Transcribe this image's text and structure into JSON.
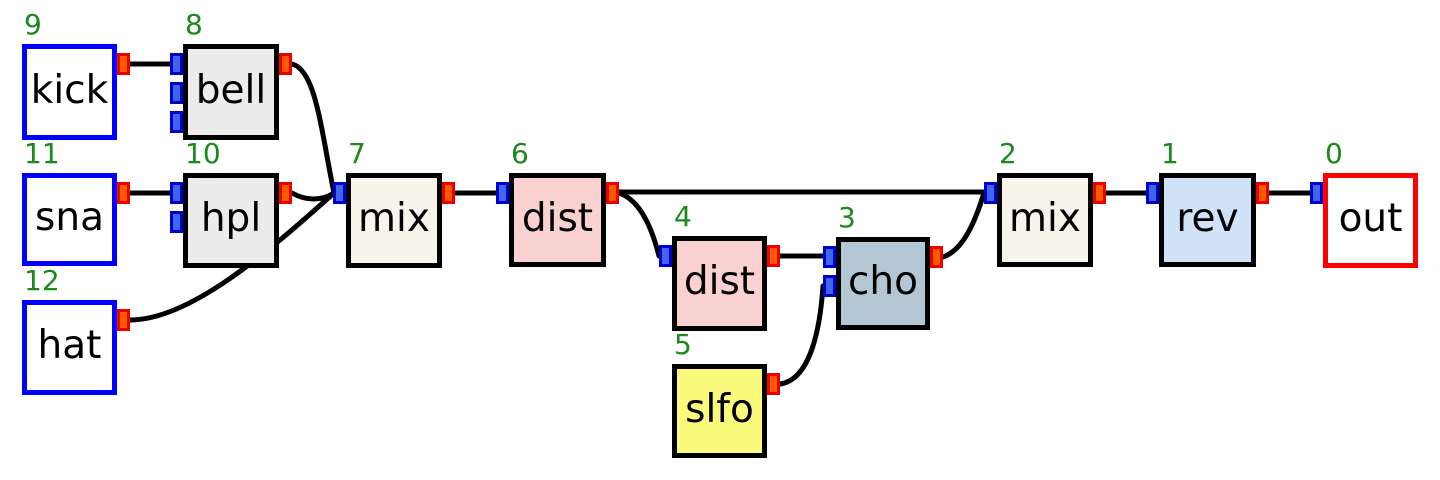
{
  "figure": {
    "kind": "audio-patch-graph",
    "background": "#ffffff",
    "wire_color": "#000000",
    "id_label_color": "#1a8a1a",
    "input_port_color": "#3f66f0",
    "input_port_border": "#0000cf",
    "output_port_color": "#ff5a00",
    "output_port_border": "#ee0000"
  },
  "nodes": [
    {
      "id": "9",
      "label": "kick",
      "kind": "source",
      "fill": "#ffffff",
      "border": "#0000ff",
      "inputs": 0,
      "outputs": 1
    },
    {
      "id": "8",
      "label": "bell",
      "kind": "filter",
      "fill": "#ececec",
      "border": "#000000",
      "inputs": 3,
      "outputs": 1
    },
    {
      "id": "11",
      "label": "sna",
      "kind": "source",
      "fill": "#ffffff",
      "border": "#0000ff",
      "inputs": 0,
      "outputs": 1
    },
    {
      "id": "10",
      "label": "hpl",
      "kind": "filter",
      "fill": "#ececec",
      "border": "#000000",
      "inputs": 2,
      "outputs": 1
    },
    {
      "id": "12",
      "label": "hat",
      "kind": "source",
      "fill": "#ffffff",
      "border": "#0000ff",
      "inputs": 0,
      "outputs": 1
    },
    {
      "id": "7",
      "label": "mix",
      "kind": "mixer",
      "fill": "#f7f4ea",
      "border": "#000000",
      "inputs": 1,
      "outputs": 1
    },
    {
      "id": "6",
      "label": "dist",
      "kind": "effect",
      "fill": "#f9d1d1",
      "border": "#000000",
      "inputs": 1,
      "outputs": 1
    },
    {
      "id": "4",
      "label": "dist",
      "kind": "effect",
      "fill": "#f9d1d1",
      "border": "#000000",
      "inputs": 1,
      "outputs": 1
    },
    {
      "id": "5",
      "label": "slfo",
      "kind": "lfo",
      "fill": "#fafa7d",
      "border": "#000000",
      "inputs": 0,
      "outputs": 1
    },
    {
      "id": "3",
      "label": "cho",
      "kind": "effect",
      "fill": "#b3c6d3",
      "border": "#000000",
      "inputs": 2,
      "outputs": 1
    },
    {
      "id": "2",
      "label": "mix",
      "kind": "mixer",
      "fill": "#f7f4ea",
      "border": "#000000",
      "inputs": 1,
      "outputs": 1
    },
    {
      "id": "1",
      "label": "rev",
      "kind": "effect",
      "fill": "#cfe2f7",
      "border": "#000000",
      "inputs": 1,
      "outputs": 1
    },
    {
      "id": "0",
      "label": "out",
      "kind": "output",
      "fill": "#ffffff",
      "border": "#ff0000",
      "inputs": 1,
      "outputs": 0
    }
  ],
  "connections": [
    {
      "from": "kick(9)",
      "to": "bell(8).in0"
    },
    {
      "from": "sna(11)",
      "to": "hpl(10).in0"
    },
    {
      "from": "hat(12)",
      "to": "mix(7).in"
    },
    {
      "from": "bell(8)",
      "to": "mix(7).in"
    },
    {
      "from": "hpl(10)",
      "to": "mix(7).in"
    },
    {
      "from": "mix(7)",
      "to": "dist(6).in"
    },
    {
      "from": "dist(6)",
      "to": "mix(2).in"
    },
    {
      "from": "dist(6)",
      "to": "dist(4).in"
    },
    {
      "from": "dist(4)",
      "to": "cho(3).in0"
    },
    {
      "from": "slfo(5)",
      "to": "cho(3).in1"
    },
    {
      "from": "cho(3)",
      "to": "mix(2).in"
    },
    {
      "from": "mix(2)",
      "to": "rev(1).in"
    },
    {
      "from": "rev(1)",
      "to": "out(0).in"
    }
  ]
}
